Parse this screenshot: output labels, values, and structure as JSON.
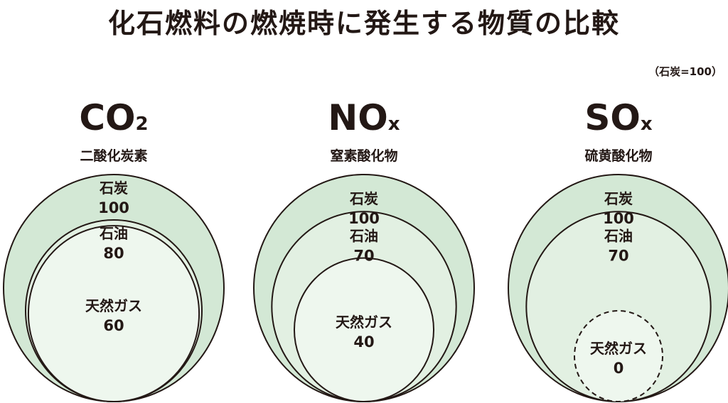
{
  "chart_data": {
    "type": "nested-circle",
    "title": "化石燃料の燃焼時に発生する物質の比較",
    "note": "（石炭=100）",
    "groups": [
      {
        "formula": "CO",
        "sub": "2",
        "name": "二酸化炭素",
        "items": [
          {
            "label": "石炭",
            "value": 100
          },
          {
            "label": "石油",
            "value": 80
          },
          {
            "label": "天然ガス",
            "value": 60
          }
        ]
      },
      {
        "formula": "NO",
        "sub": "x",
        "name": "窒素酸化物",
        "items": [
          {
            "label": "石炭",
            "value": 100
          },
          {
            "label": "石油",
            "value": 70
          },
          {
            "label": "天然ガス",
            "value": 40
          }
        ]
      },
      {
        "formula": "SO",
        "sub": "x",
        "name": "硫黄酸化物",
        "items": [
          {
            "label": "石炭",
            "value": 100
          },
          {
            "label": "石油",
            "value": 70
          },
          {
            "label": "天然ガス",
            "value": 0
          }
        ]
      }
    ],
    "colors": [
      "#d3e8d5",
      "#e2f0e2",
      "#eef7ee"
    ]
  }
}
